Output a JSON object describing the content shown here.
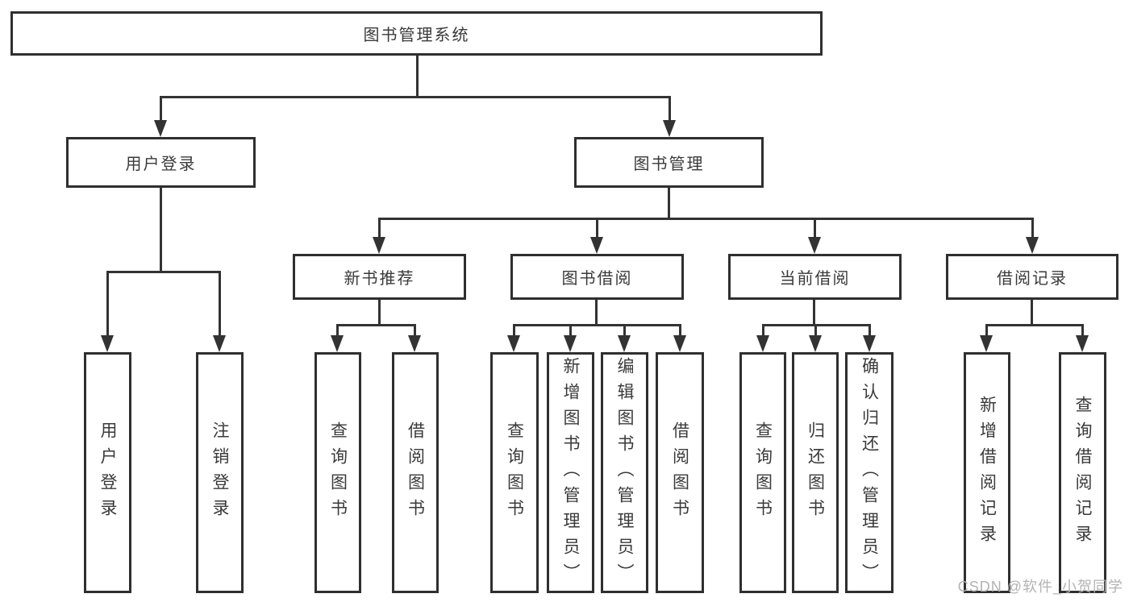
{
  "tree": {
    "root": {
      "label": "图书管理系统",
      "children": [
        {
          "label": "用户登录",
          "children": [
            {
              "label": "用户登录"
            },
            {
              "label": "注销登录"
            }
          ]
        },
        {
          "label": "图书管理",
          "children": [
            {
              "label": "新书推荐",
              "children": [
                {
                  "label": "查询图书"
                },
                {
                  "label": "借阅图书"
                }
              ]
            },
            {
              "label": "图书借阅",
              "children": [
                {
                  "label": "查询图书"
                },
                {
                  "label": "新增图书（管理员）"
                },
                {
                  "label": "编辑图书（管理员）"
                },
                {
                  "label": "借阅图书"
                }
              ]
            },
            {
              "label": "当前借阅",
              "children": [
                {
                  "label": "查询图书"
                },
                {
                  "label": "归还图书"
                },
                {
                  "label": "确认归还（管理员）"
                }
              ]
            },
            {
              "label": "借阅记录",
              "children": [
                {
                  "label": "新增借阅记录"
                },
                {
                  "label": "查询借阅记录"
                }
              ]
            }
          ]
        }
      ]
    }
  },
  "watermark": {
    "text": "CSDN @软件_小贺同学"
  },
  "colors": {
    "line": "#333333",
    "box_border": "#2f2f2f",
    "text": "#3a3a3a",
    "background": "#ffffff",
    "watermark": "#b3b3b3"
  }
}
